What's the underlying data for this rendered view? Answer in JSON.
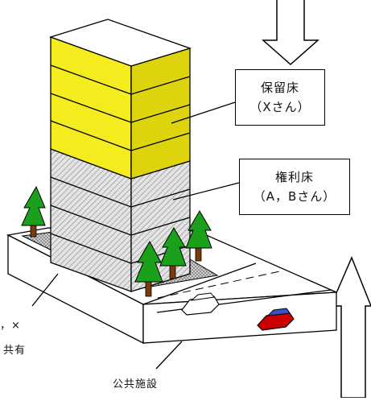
{
  "labels": {
    "reserved_floor_title": "保留床",
    "reserved_floor_owner": "（Xさん）",
    "rights_floor_title": "権利床",
    "rights_floor_owner": "（A，Bさん）",
    "land_partial": "，×",
    "land_shared": "共有",
    "public_facility": "公共施設"
  },
  "colors": {
    "reserved_floor": "#f4ec1e",
    "reserved_floor_shade": "#cfc50a",
    "rights_floor": "#d7d7d7",
    "outline": "#000000",
    "tree": "#1aa01a",
    "car_red": "#cc0000"
  },
  "icons": [
    "down-arrow-icon",
    "up-arrow-icon",
    "tree-icon",
    "car-icon"
  ]
}
